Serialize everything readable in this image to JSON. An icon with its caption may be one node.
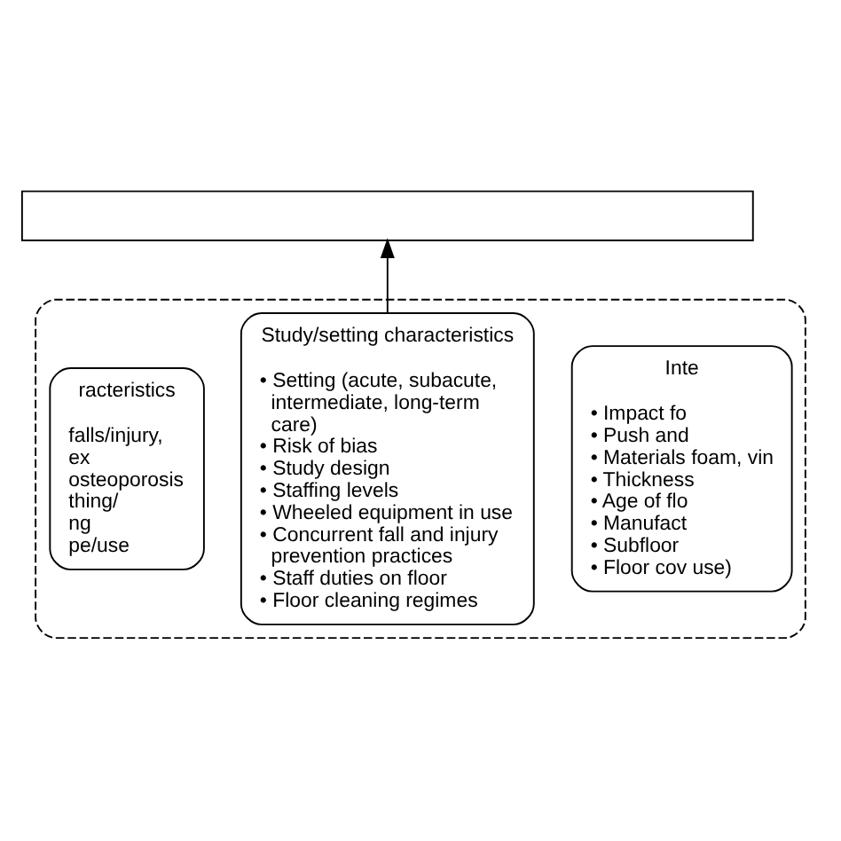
{
  "diagram": {
    "nodes": [
      {
        "text": [],
        "shape": "box"
      },
      {
        "text": [],
        "shape": "box"
      },
      {
        "text": [
          "racteristics",
          "falls/injury,",
          "ex",
          "osteoporosis",
          "thing/",
          "ng",
          "pe/use"
        ],
        "in": 1
      },
      {
        "text": [
          "Study/setting characteristics",
          "• Setting (acute, subacute, intermediate, long-term care)",
          "• Risk of bias",
          "• Study design",
          "• Staffing levels",
          "• Wheeled equipment in use",
          "• Concurrent fall and injury prevention practices",
          "• Staff duties on floor",
          "• Floor cleaning regimes"
        ],
        "in": 1
      },
      {
        "text": [
          "Inte",
          "• Impact fo",
          "• Push and",
          "• Materials foam, vin",
          "• Thickness",
          "• Age of flo",
          "• Manufact",
          "• Subfloor",
          "• Floor cov use)"
        ],
        "in": 1
      }
    ],
    "edges": [
      {
        "from": 3,
        "to": 0,
        "arrow": "to"
      }
    ]
  }
}
